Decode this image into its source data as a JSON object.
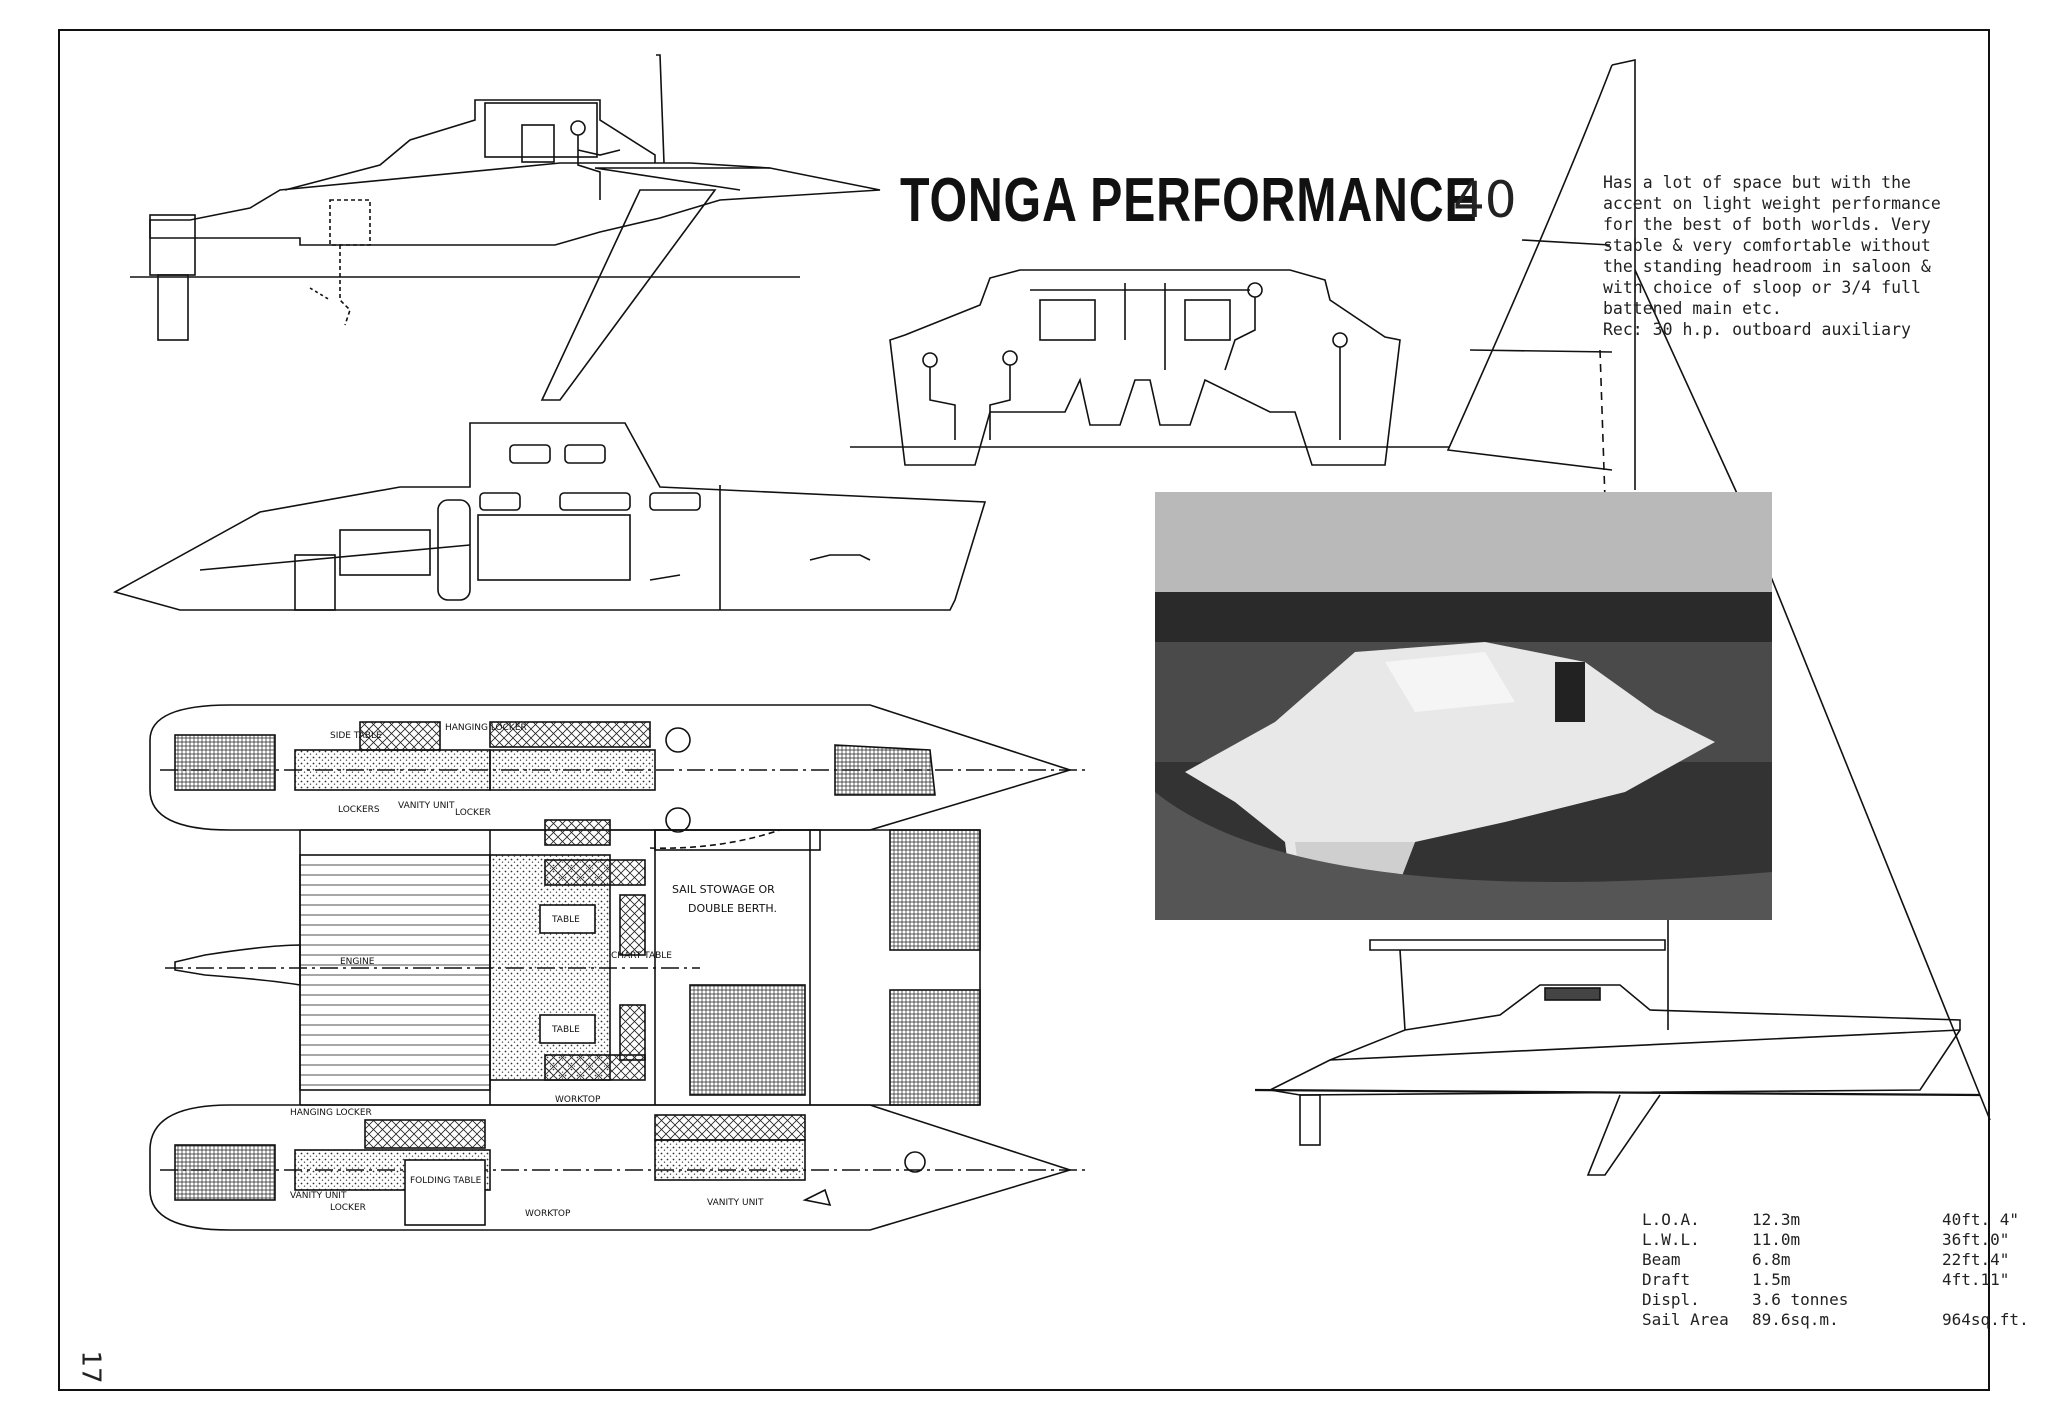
{
  "title": {
    "name": "TONGA PERFORMANCE",
    "model": "40"
  },
  "description_lines": [
    "Has a lot of space but with the",
    "accent on light weight performance",
    "for the best of both worlds. Very",
    "stable & very comfortable without",
    "the standing headroom in saloon &",
    "with choice of sloop or 3/4 full",
    "battened main etc.",
    "Rec: 30 h.p. outboard auxiliary"
  ],
  "specs": [
    {
      "label": "L.O.A.",
      "metric": "12.3m",
      "imperial": "40ft. 4\""
    },
    {
      "label": "L.W.L.",
      "metric": "11.0m",
      "imperial": "36ft.0\""
    },
    {
      "label": "Beam",
      "metric": "6.8m",
      "imperial": "22ft.4\""
    },
    {
      "label": "Draft",
      "metric": "1.5m",
      "imperial": "4ft.11\""
    },
    {
      "label": "Displ.",
      "metric": "3.6 tonnes",
      "imperial": ""
    },
    {
      "label": "Sail Area",
      "metric": "89.6sq.m.",
      "imperial": "964sq.ft."
    }
  ],
  "page_number": "17",
  "plan_labels": {
    "side_table": "SIDE TABLE",
    "hanging_locker_top": "HANGING LOCKER",
    "lockers": "LOCKERS",
    "vanity_unit_top": "VANITY UNIT",
    "locker_top": "LOCKER",
    "sail_stowage": "SAIL STOWAGE OR",
    "double_berth": "DOUBLE BERTH.",
    "table_1": "TABLE",
    "chart_table": "CHART TABLE",
    "engine": "ENGINE",
    "table_2": "TABLE",
    "worktop_1": "WORKTOP",
    "hanging_locker_bottom": "HANGING LOCKER",
    "folding_table": "FOLDING TABLE",
    "vanity_unit_bottom": "VANITY UNIT",
    "locker_bottom": "LOCKER",
    "worktop_2": "WORKTOP",
    "vanity_unit_right": "VANITY UNIT"
  }
}
